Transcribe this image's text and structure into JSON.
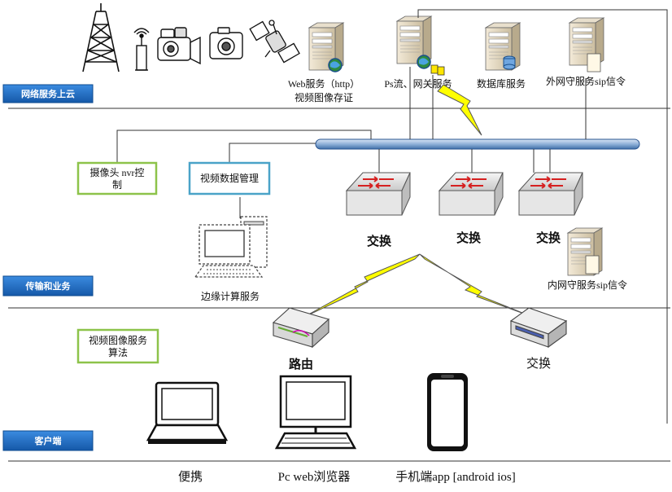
{
  "bands": {
    "cloud": "网络服务上云",
    "transport": "传输和业务",
    "client": "客户端"
  },
  "servers": {
    "web": {
      "line1": "Web服务（http）",
      "line2": "视频图像存证"
    },
    "ps": "Ps流、网关服务",
    "db": "数据库服务",
    "outer_guard": "外网守服务sip信令",
    "inner_guard": "内网守服务sip信令"
  },
  "boxes": {
    "camera_nvr": {
      "line1": "摄像头 nvr控",
      "line2": "制"
    },
    "video_mgmt": "视频数据管理",
    "algo": {
      "line1": "视频图像服务",
      "line2": "算法"
    }
  },
  "devices": {
    "edge": "边缘计算服务",
    "switch": "交换",
    "router": "路由",
    "switch_bottom": "交换"
  },
  "clients": {
    "portable": "便携",
    "pc": "Pc web浏览器",
    "mobile": "手机端app [android ios]"
  },
  "colors": {
    "band_fill": "#1f6fc0",
    "box_border_green": "#8dc34a",
    "box_border_blue": "#4aa3c8",
    "lightning": "#ffff00",
    "bus": "#8fb0d8"
  }
}
